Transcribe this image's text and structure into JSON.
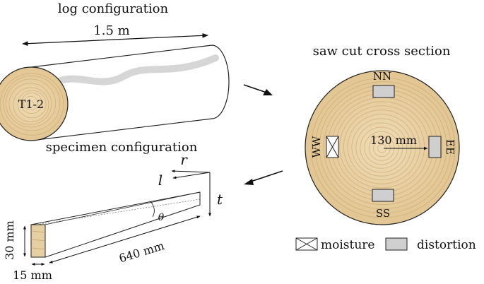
{
  "log": {
    "title": "log configuration",
    "length_label": "1.5 m",
    "id_label": "T1-2"
  },
  "cross_section": {
    "title": "saw cut cross section",
    "labels": {
      "north": "NN",
      "east": "EE",
      "south": "SS",
      "west": "WW"
    },
    "radius_label": "130 mm"
  },
  "specimen": {
    "title": "specimen configuration",
    "axes": {
      "radial": "r",
      "longitudinal": "l",
      "tangential": "t",
      "angle": "θ"
    },
    "height_label": "30 mm",
    "width_label": "15 mm",
    "length_label": "640 mm"
  },
  "legend": {
    "moisture_label": "moisture",
    "distortion_label": "distortion"
  },
  "colors": {
    "wood": "#e6cfa2",
    "ring": "#c9a56e",
    "specimen_box": "#cfcfcf",
    "crack": "#d6d6d6"
  }
}
